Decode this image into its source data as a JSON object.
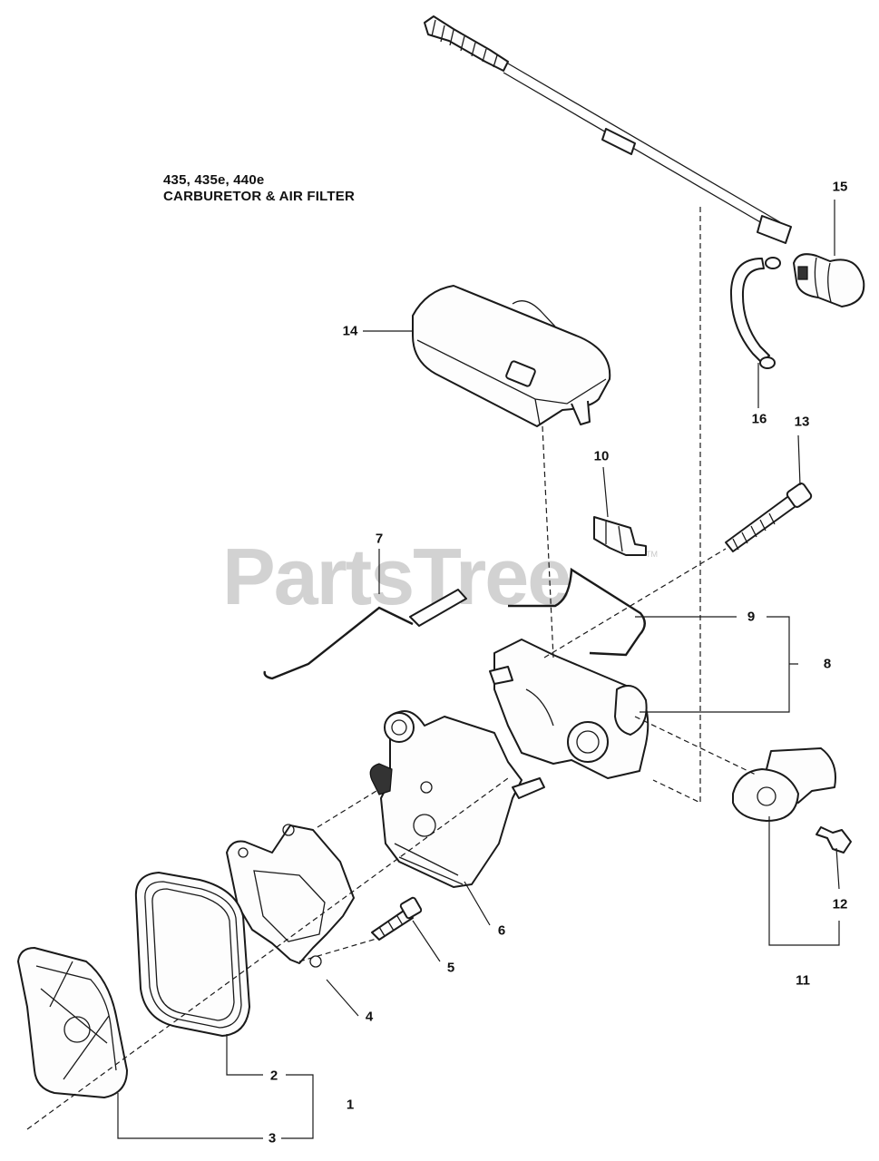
{
  "diagram": {
    "model_line": "435, 435e, 440e",
    "title": "CARBURETOR & AIR FILTER",
    "watermark": "PartsTree",
    "watermark_mark": "TM",
    "callouts": {
      "c1": "1",
      "c2": "2",
      "c3": "3",
      "c4": "4",
      "c5": "5",
      "c6": "6",
      "c7": "7",
      "c8": "8",
      "c9": "9",
      "c10": "10",
      "c11": "11",
      "c12": "12",
      "c13": "13",
      "c14": "14",
      "c15": "15",
      "c16": "16"
    }
  }
}
